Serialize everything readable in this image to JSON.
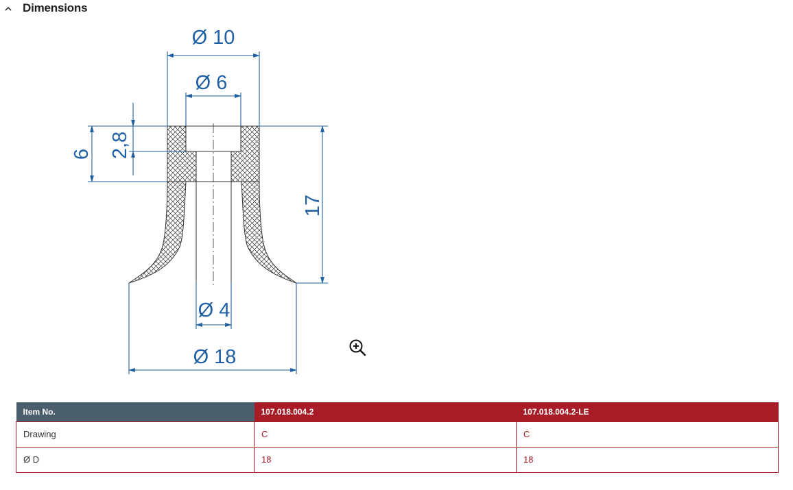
{
  "section": {
    "title": "Dimensions",
    "toggle_icon": "chevron-up-icon"
  },
  "drawing": {
    "labels": {
      "d10": "Ø 10",
      "d6": "Ø 6",
      "d4": "Ø 4",
      "d18": "Ø 18",
      "h6": "6",
      "h28": "2,8",
      "h17": "17"
    },
    "line_color": "#1f5fa3",
    "zoom_icon": "zoom-in-icon"
  },
  "table": {
    "headers": [
      "Item No.",
      "107.018.004.2",
      "107.018.004.2-LE"
    ],
    "rows": [
      [
        "Drawing",
        "C",
        "C"
      ],
      [
        "Ø D",
        "18",
        "18"
      ]
    ],
    "colors": {
      "header_dark": "#4a5e6b",
      "accent": "#a81c27"
    }
  }
}
